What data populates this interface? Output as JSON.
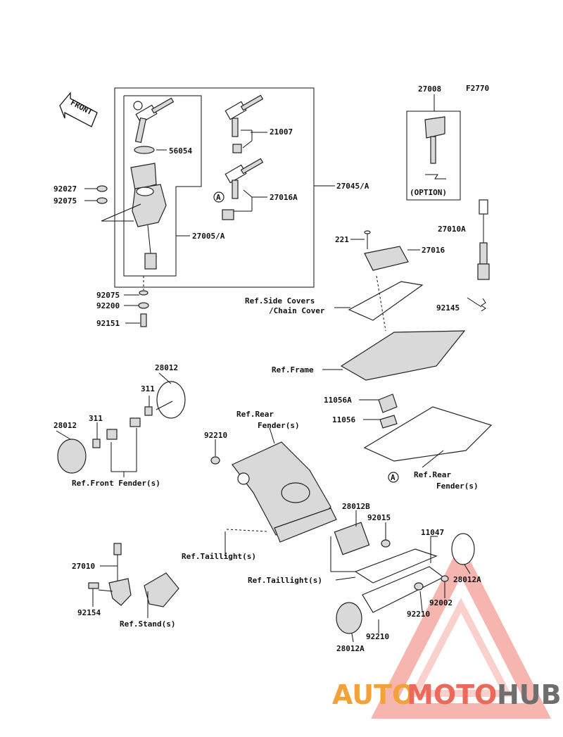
{
  "diagram_code": "F2770",
  "front_arrow_label": "FRONT",
  "option_label": "(OPTION)",
  "callout_a": "A",
  "watermark": {
    "part1": "AUTO",
    "part2": "MOTO",
    "part3": "HUB",
    "color1": "#f3a23a",
    "color2": "#ec6a5b",
    "color3": "#6e6e6e"
  },
  "labels": {
    "p27008": "27008",
    "p21007": "21007",
    "p56054": "56054",
    "p27045A": "27045/A",
    "p92027": "92027",
    "p92075a": "92075",
    "p27016A": "27016A",
    "p27005A": "27005/A",
    "p92075b": "92075",
    "p92200": "92200",
    "p92151": "92151",
    "p27010A": "27010A",
    "p221": "221",
    "p27016": "27016",
    "side_covers_1": "Ref.Side Covers",
    "side_covers_2": "/Chain Cover",
    "p92145": "92145",
    "frame": "Ref.Frame",
    "p28012_top": "28012",
    "p311_top": "311",
    "p311_left": "311",
    "p28012_left": "28012",
    "front_fender": "Ref.Front Fender(s)",
    "p11056A": "11056A",
    "p11056": "11056",
    "rear_fender_top_1": "Ref.Rear",
    "rear_fender_top_2": "Fender(s)",
    "p92210_top": "92210",
    "rear_fender_right_1": "Ref.Rear",
    "rear_fender_right_2": "Fender(s)",
    "p28012B": "28012B",
    "p92015": "92015",
    "p11047": "11047",
    "taillight_1": "Ref.Taillight(s)",
    "taillight_2": "Ref.Taillight(s)",
    "p28012A_right": "28012A",
    "p27010": "27010",
    "p92002": "92002",
    "p92210_mid": "92210",
    "p92154": "92154",
    "stand": "Ref.Stand(s)",
    "p92210_low": "92210",
    "p28012A_low": "28012A"
  }
}
